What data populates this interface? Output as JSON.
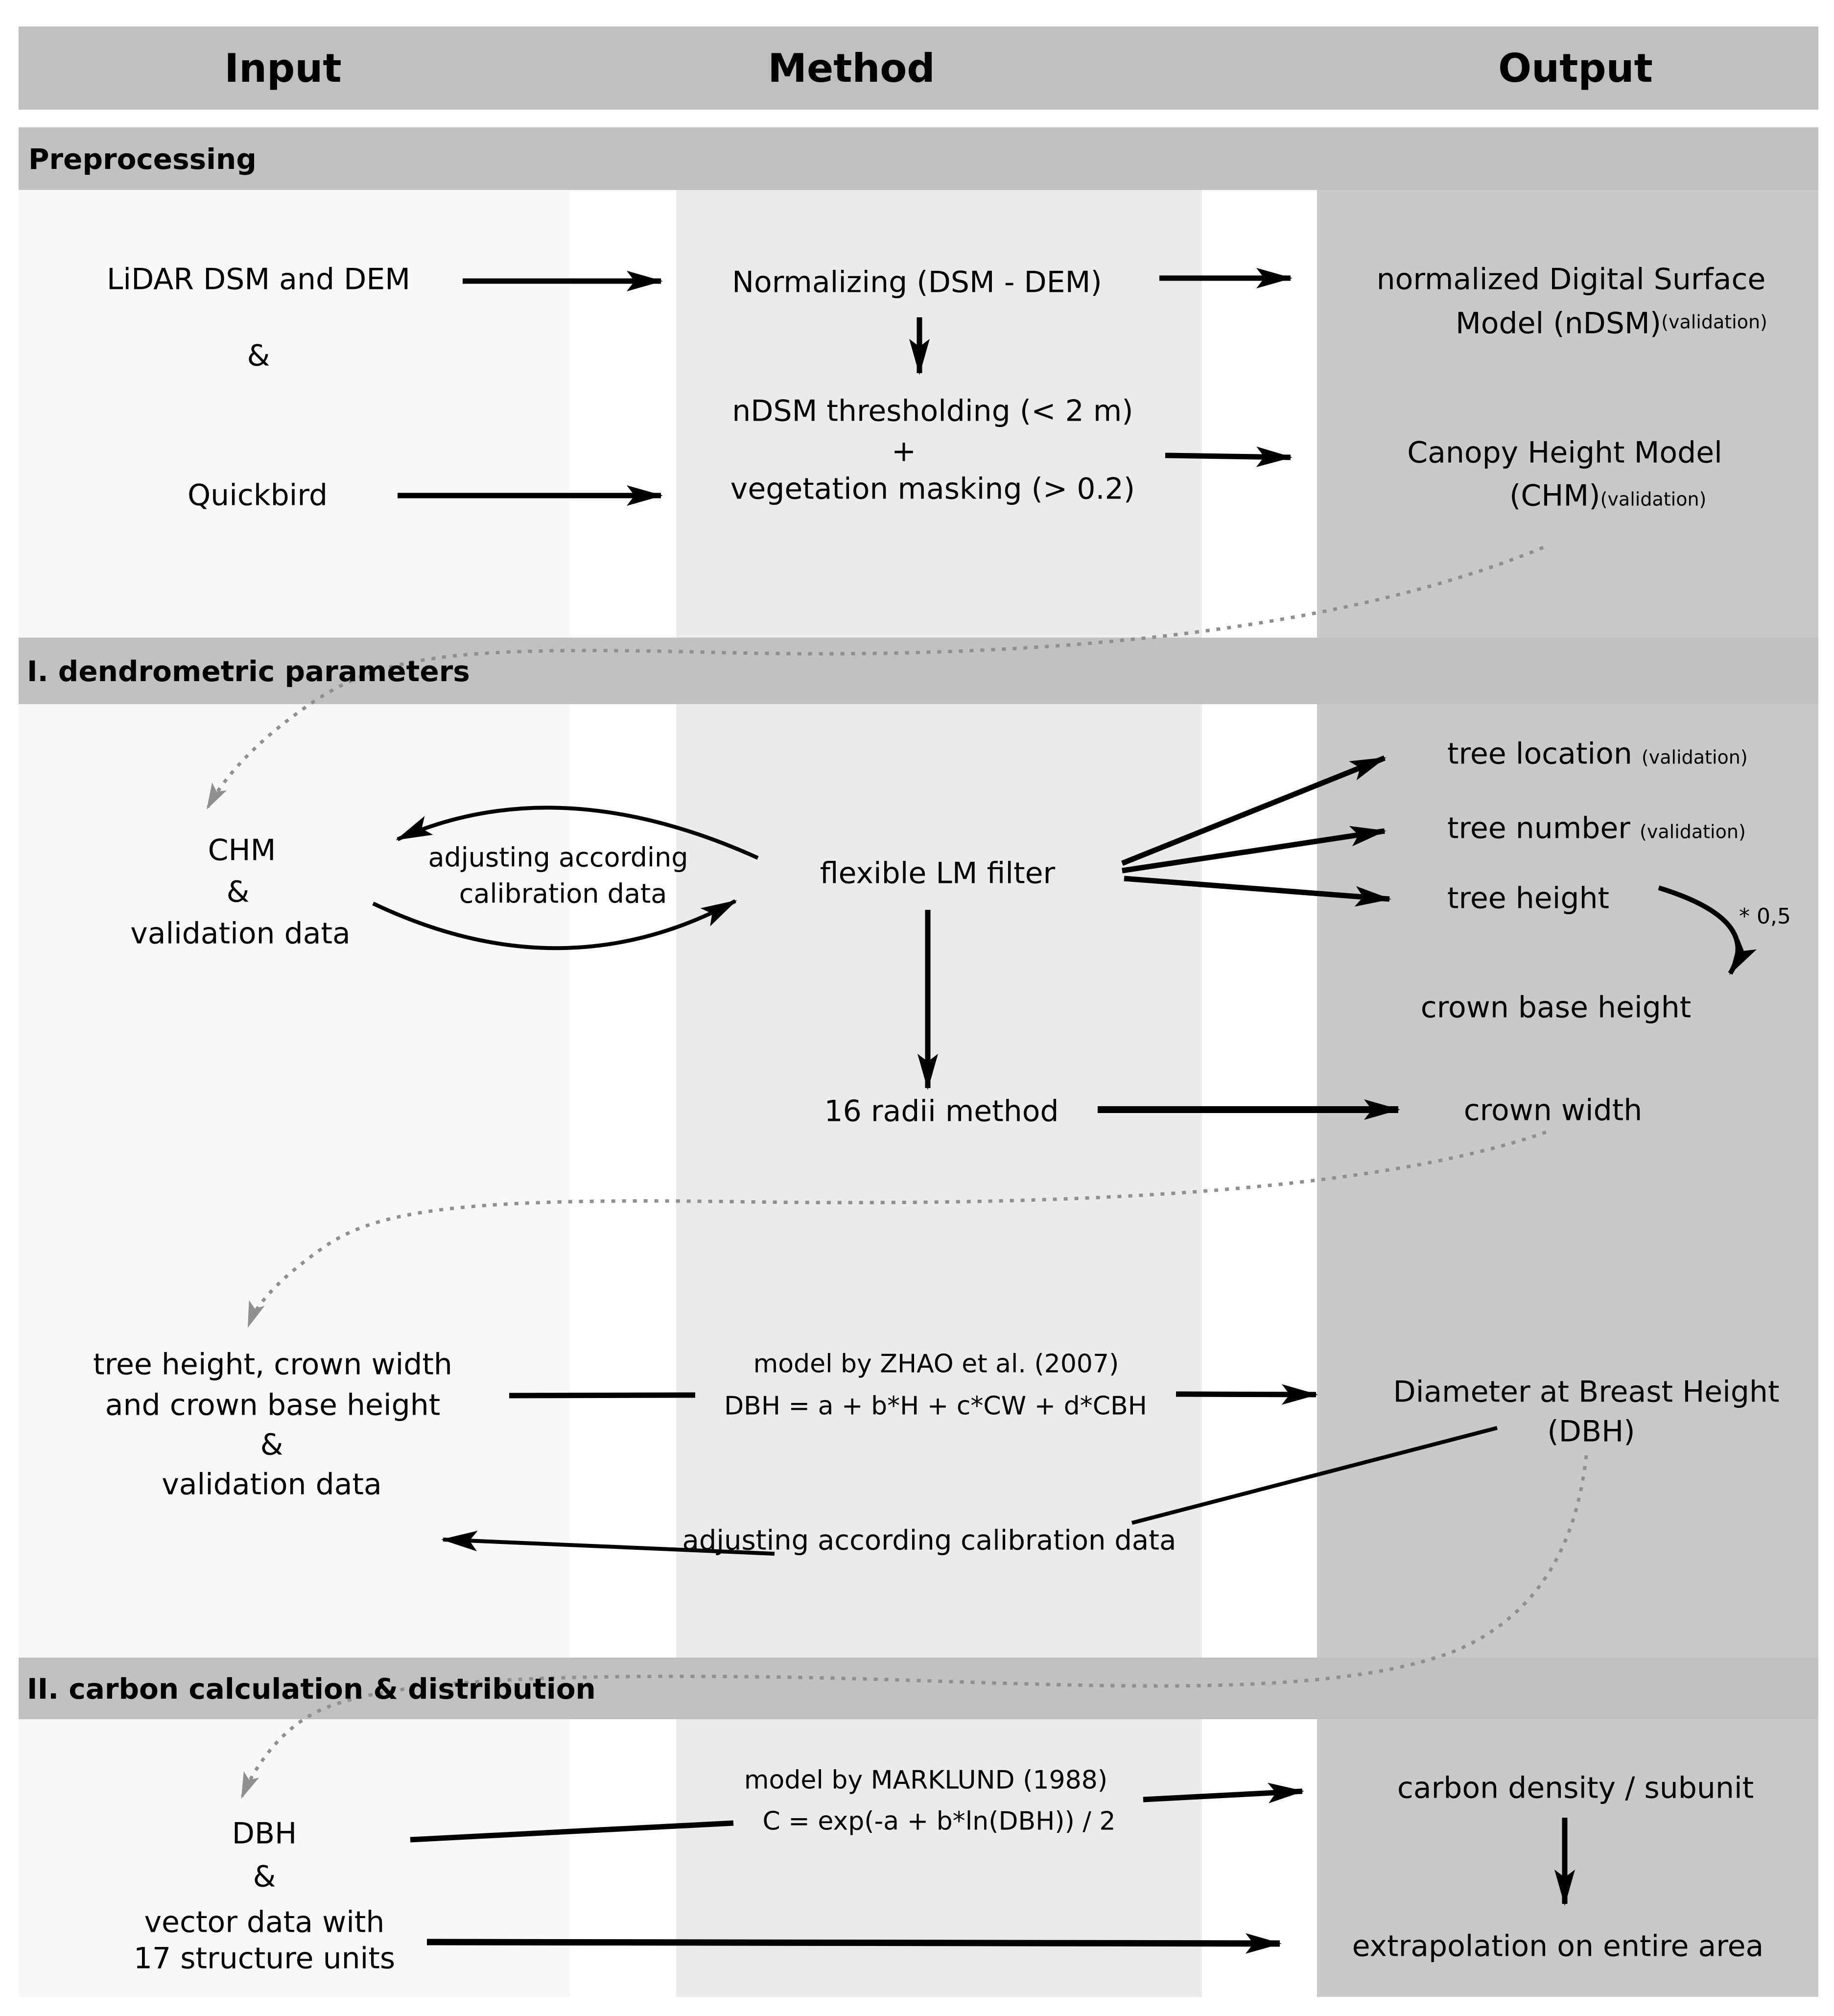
{
  "columns": {
    "input": "Input",
    "method": "Method",
    "output": "Output"
  },
  "colors": {
    "header_bar": "#bfbfbf",
    "section_band": "#c1c1c1",
    "input_column": "#f8f8f8",
    "method_column": "#ebebeb",
    "output_column": "#c9c9c9",
    "dotted_arrow": "#8f8f8f",
    "solid_arrow": "#000000"
  },
  "sections": {
    "preprocessing": {
      "title": "Preprocessing",
      "inputs": {
        "lidar": "LiDAR DSM and DEM",
        "amp": "&",
        "quickbird": "Quickbird"
      },
      "methods": {
        "normalizing": "Normalizing (DSM - DEM)",
        "thresholding": "nDSM thresholding (< 2 m)",
        "plus": "+",
        "masking": "vegetation masking (> 0.2)"
      },
      "outputs": {
        "ndsm_line1": "normalized Digital Surface",
        "ndsm_line2": "Model (nDSM)",
        "ndsm_validation": "(validation)",
        "chm_line1": "Canopy Height Model",
        "chm_line2": "(CHM)",
        "chm_validation": "(validation)"
      }
    },
    "dendrometric": {
      "title": "I. dendrometric parameters",
      "inputs": {
        "chm": "CHM",
        "amp": "&",
        "validation_data": "validation data"
      },
      "loop": {
        "line1": "adjusting according",
        "line2": "calibration data"
      },
      "methods": {
        "lm_filter": "flexible LM filter",
        "radii": "16 radii method"
      },
      "outputs": {
        "tree_location": "tree location",
        "tree_location_validation": "(validation)",
        "tree_number": "tree number",
        "tree_number_validation": "(validation)",
        "tree_height": "tree height",
        "half_factor": "* 0,5",
        "crown_base_height": "crown base height",
        "crown_width": "crown width"
      }
    },
    "dbh_model": {
      "inputs": {
        "line1": "tree height, crown width",
        "line2": "and crown base height",
        "amp": "&",
        "line3": "validation data"
      },
      "methods": {
        "model": "model by ZHAO et al. (2007)",
        "formula": "DBH = a + b*H + c*CW + d*CBH",
        "adjusting": "adjusting according calibration data"
      },
      "outputs": {
        "line1": "Diameter at Breast Height",
        "line2": "(DBH)"
      }
    },
    "carbon": {
      "title": "II. carbon calculation & distribution",
      "inputs": {
        "dbh": "DBH",
        "amp": "&",
        "vector_line1": "vector data with",
        "vector_line2": "17 structure units"
      },
      "methods": {
        "model": "model by MARKLUND (1988)",
        "formula": "C = exp(-a + b*ln(DBH)) / 2"
      },
      "outputs": {
        "carbon_density": "carbon density / subunit",
        "extrapolation": "extrapolation on entire area"
      }
    }
  }
}
